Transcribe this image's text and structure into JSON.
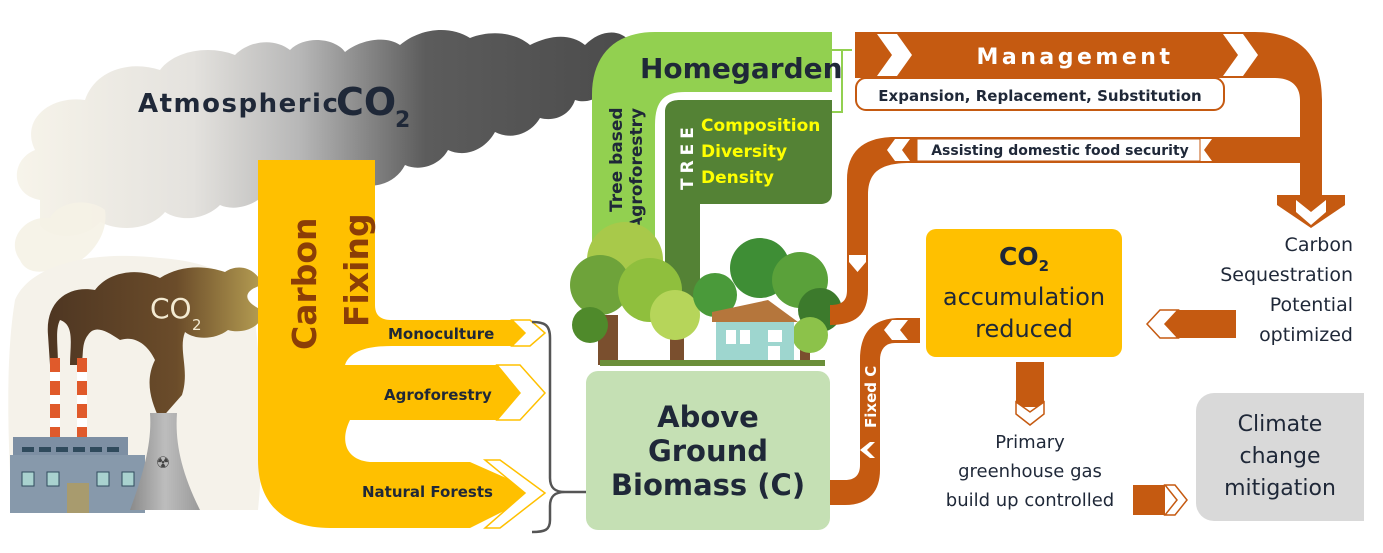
{
  "title": {
    "atmospheric": "Atmospheric",
    "co2_main": "CO",
    "co2_sub": "2"
  },
  "factory": {
    "smoke_label_main": "CO",
    "smoke_label_sub": "2"
  },
  "carbon_fixing": {
    "line1": "Carbon",
    "line2": "Fixing",
    "branches": [
      "Monoculture",
      "Agroforestry",
      "Natural Forests"
    ]
  },
  "homegarden": {
    "title": "Homegarden",
    "side_label_1": "Tree based",
    "side_label_2": "Agroforestry",
    "tree_label": "TREE",
    "tree_attributes": [
      "Composition",
      "Diversity",
      "Density"
    ]
  },
  "management": {
    "title": "Management",
    "subtitle": "Expansion, Replacement, Substitution",
    "return_label": "Assisting domestic food security"
  },
  "biomass": {
    "line1": "Above",
    "line2": "Ground",
    "line3": "Biomass (C)"
  },
  "fixed_c": {
    "label": "Fixed C"
  },
  "co2_box": {
    "co2_main": "CO",
    "co2_sub": "2",
    "line2": "accumulation",
    "line3": "reduced"
  },
  "sequestration": {
    "lines": [
      "Carbon",
      "Sequestration",
      "Potential",
      "optimized"
    ]
  },
  "greenhouse": {
    "lines": [
      "Primary",
      "greenhouse gas",
      "build up controlled"
    ]
  },
  "climate": {
    "lines": [
      "Climate",
      "change",
      "mitigation"
    ]
  },
  "colors": {
    "orange": "#c55a11",
    "yellow": "#ffc000",
    "light_green": "#92d050",
    "dark_green": "#548235",
    "pale_green": "#c5e0b4",
    "grey_box": "#d9d9d9",
    "text_dark": "#1f2838",
    "attr_yellow": "#ffff00"
  }
}
